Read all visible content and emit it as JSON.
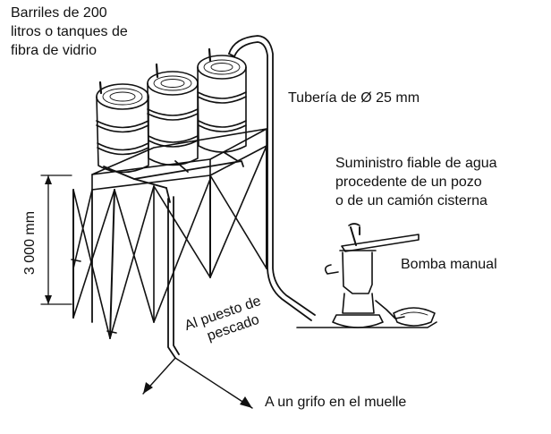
{
  "labels": {
    "barrels": [
      "Barriles de 200",
      "litros o tanques de",
      "fibra de vidrio"
    ],
    "pipe": "Tubería de Ø 25 mm",
    "supply": [
      "Suministro fiable de agua",
      "procedente de un pozo",
      "o de un camión cisterna"
    ],
    "pump": "Bomba manual",
    "height": "3 000 mm",
    "to_fish_stall": [
      "Al puesto de",
      "pescado"
    ],
    "to_tap": "A un grifo en el muelle"
  }
}
